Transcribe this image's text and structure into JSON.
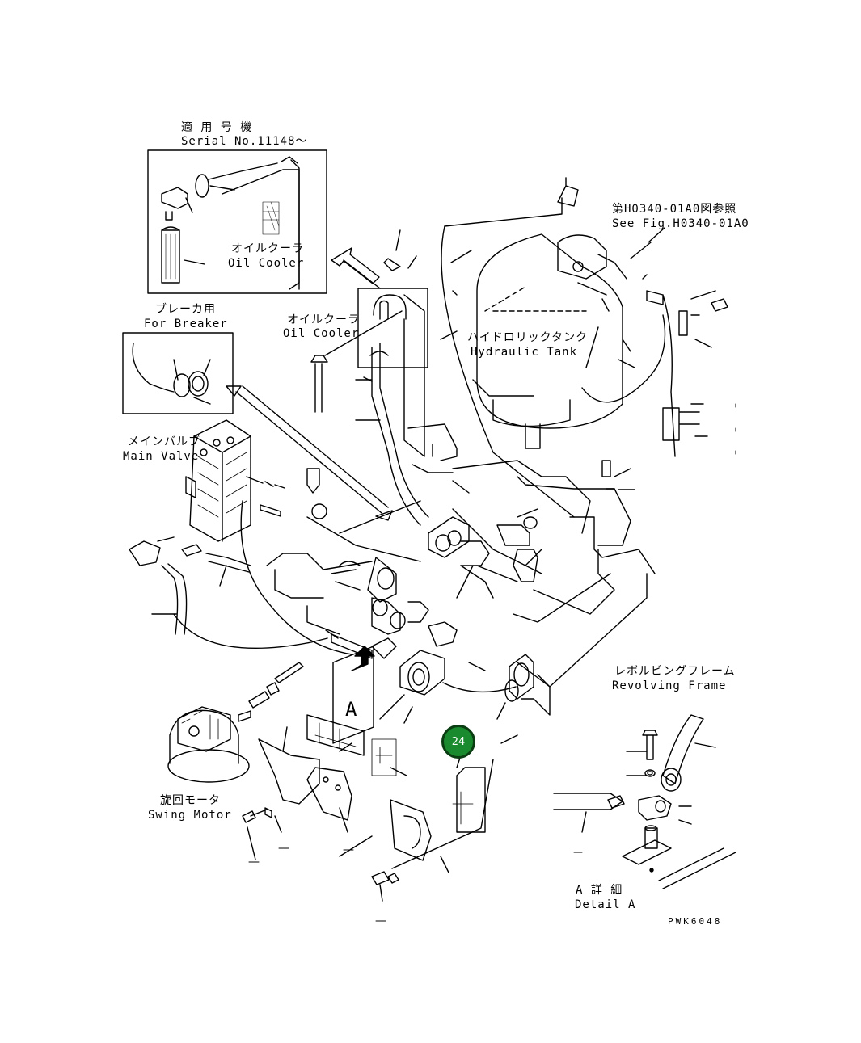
{
  "labels": {
    "serial_jp": "適 用 号 機",
    "serial_en": "Serial No.11148～",
    "oil_cooler_jp_1": "オイルクーラ",
    "oil_cooler_en_1": "Oil Cooler",
    "oil_cooler_jp_2": "オイルクーラ",
    "oil_cooler_en_2": "Oil Cooler",
    "breaker_jp": "ブレーカ用",
    "breaker_en": "For Breaker",
    "main_valve_jp": "メインバルブ",
    "main_valve_en": "Main Valve",
    "ref_jp": "第H0340-01A0図参照",
    "ref_en": "See Fig.H0340-01A0",
    "hydraulic_tank_jp": "ハイドロリックタンク",
    "hydraulic_tank_en": "Hydraulic Tank",
    "revolving_frame_jp": "レボルビングフレーム",
    "revolving_frame_en": "Revolving Frame",
    "swing_motor_jp": "旋回モータ",
    "swing_motor_en": "Swing Motor",
    "view_a": "A",
    "detail_a_jp": "A 詳 細",
    "detail_a_en": "Detail A",
    "drawing_code": "PWK6048"
  },
  "callout": {
    "number": "24",
    "color": "#1a8a2e"
  }
}
